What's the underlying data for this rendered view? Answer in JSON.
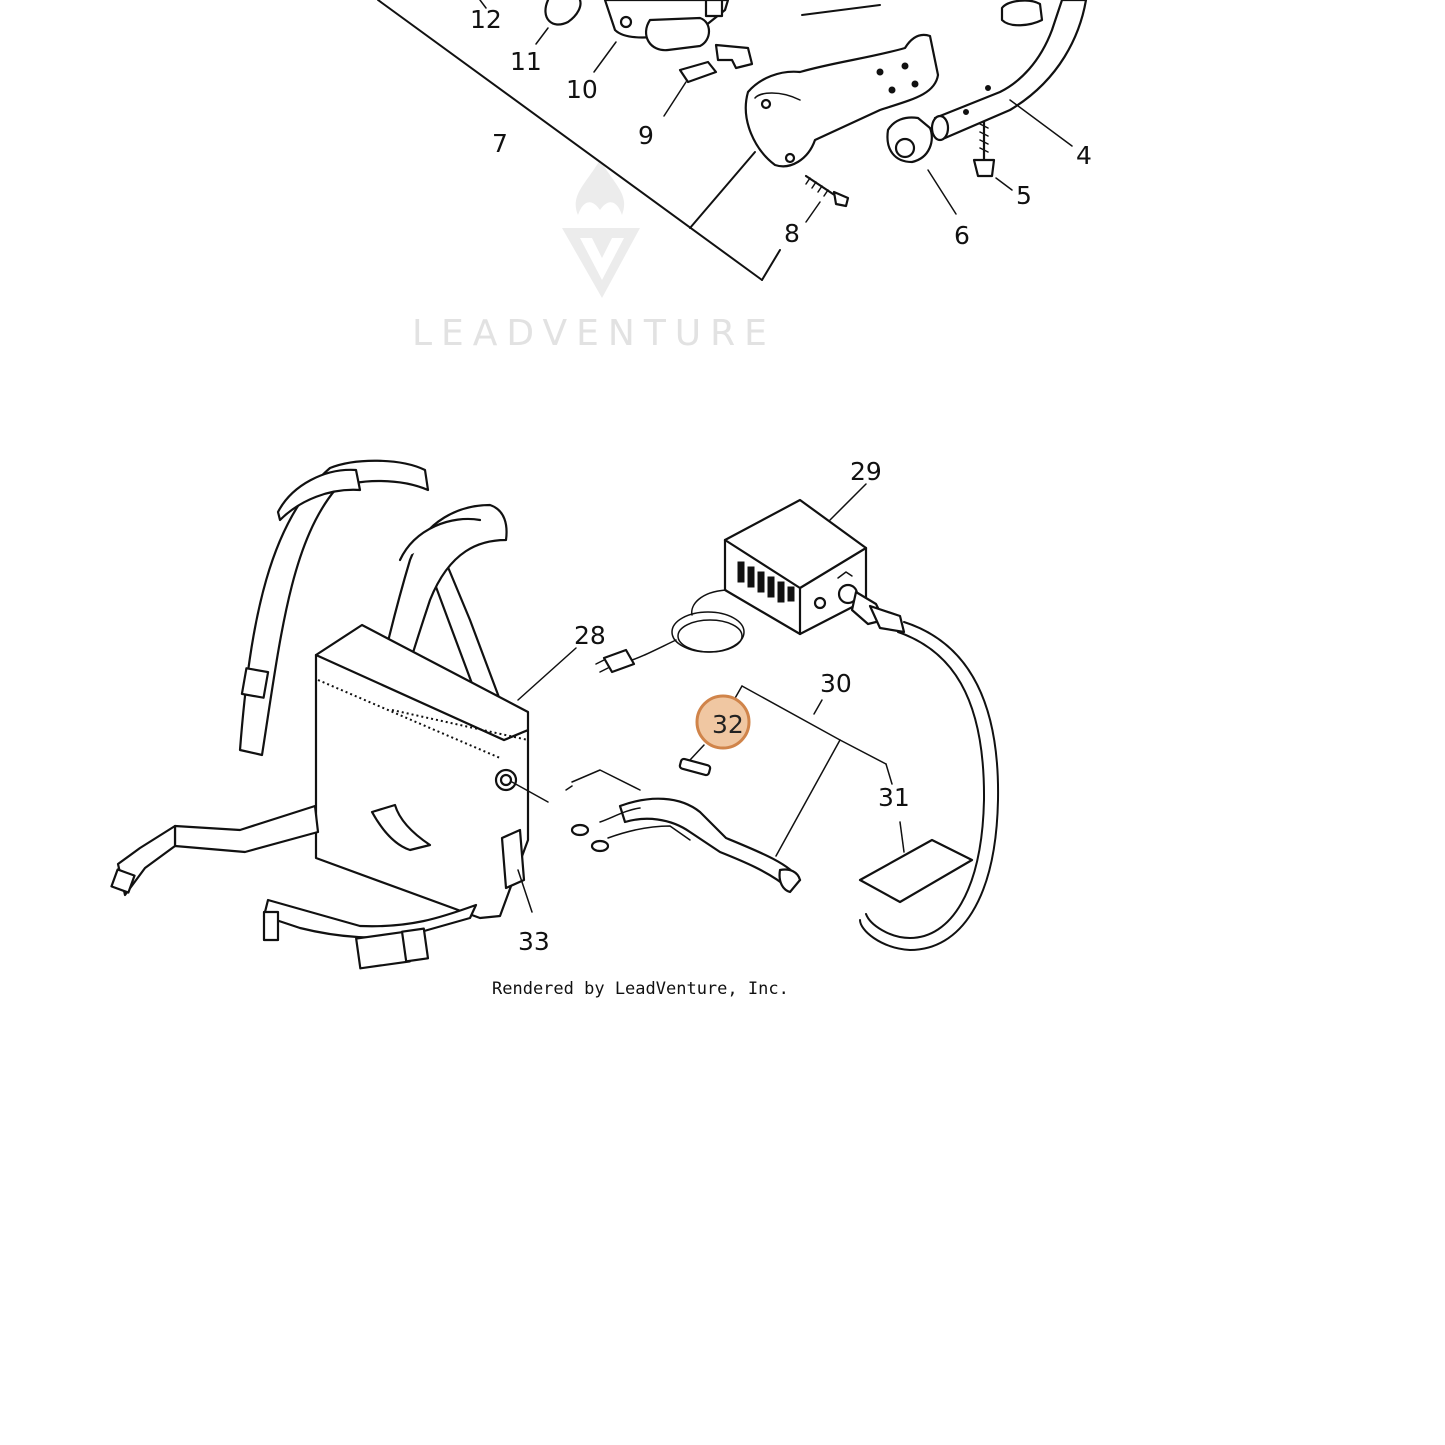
{
  "watermark": {
    "brand_text": "LEADVENTURE",
    "logo_icon": "flame-v-logo-icon"
  },
  "credit": "Rendered by LeadVenture, Inc.",
  "callouts": [
    {
      "id": "4",
      "label": "4"
    },
    {
      "id": "5",
      "label": "5"
    },
    {
      "id": "6",
      "label": "6"
    },
    {
      "id": "7",
      "label": "7"
    },
    {
      "id": "8",
      "label": "8"
    },
    {
      "id": "9",
      "label": "9"
    },
    {
      "id": "10",
      "label": "10"
    },
    {
      "id": "11",
      "label": "11"
    },
    {
      "id": "12",
      "label": "12"
    },
    {
      "id": "28",
      "label": "28"
    },
    {
      "id": "29",
      "label": "29"
    },
    {
      "id": "30",
      "label": "30"
    },
    {
      "id": "31",
      "label": "31"
    },
    {
      "id": "32",
      "label": "32",
      "highlighted": true
    },
    {
      "id": "33",
      "label": "33"
    }
  ],
  "colors": {
    "highlight_fill": "#f0c7a2",
    "highlight_stroke": "#d0844a",
    "ink": "#111111",
    "watermark": "#e2e2e2"
  }
}
